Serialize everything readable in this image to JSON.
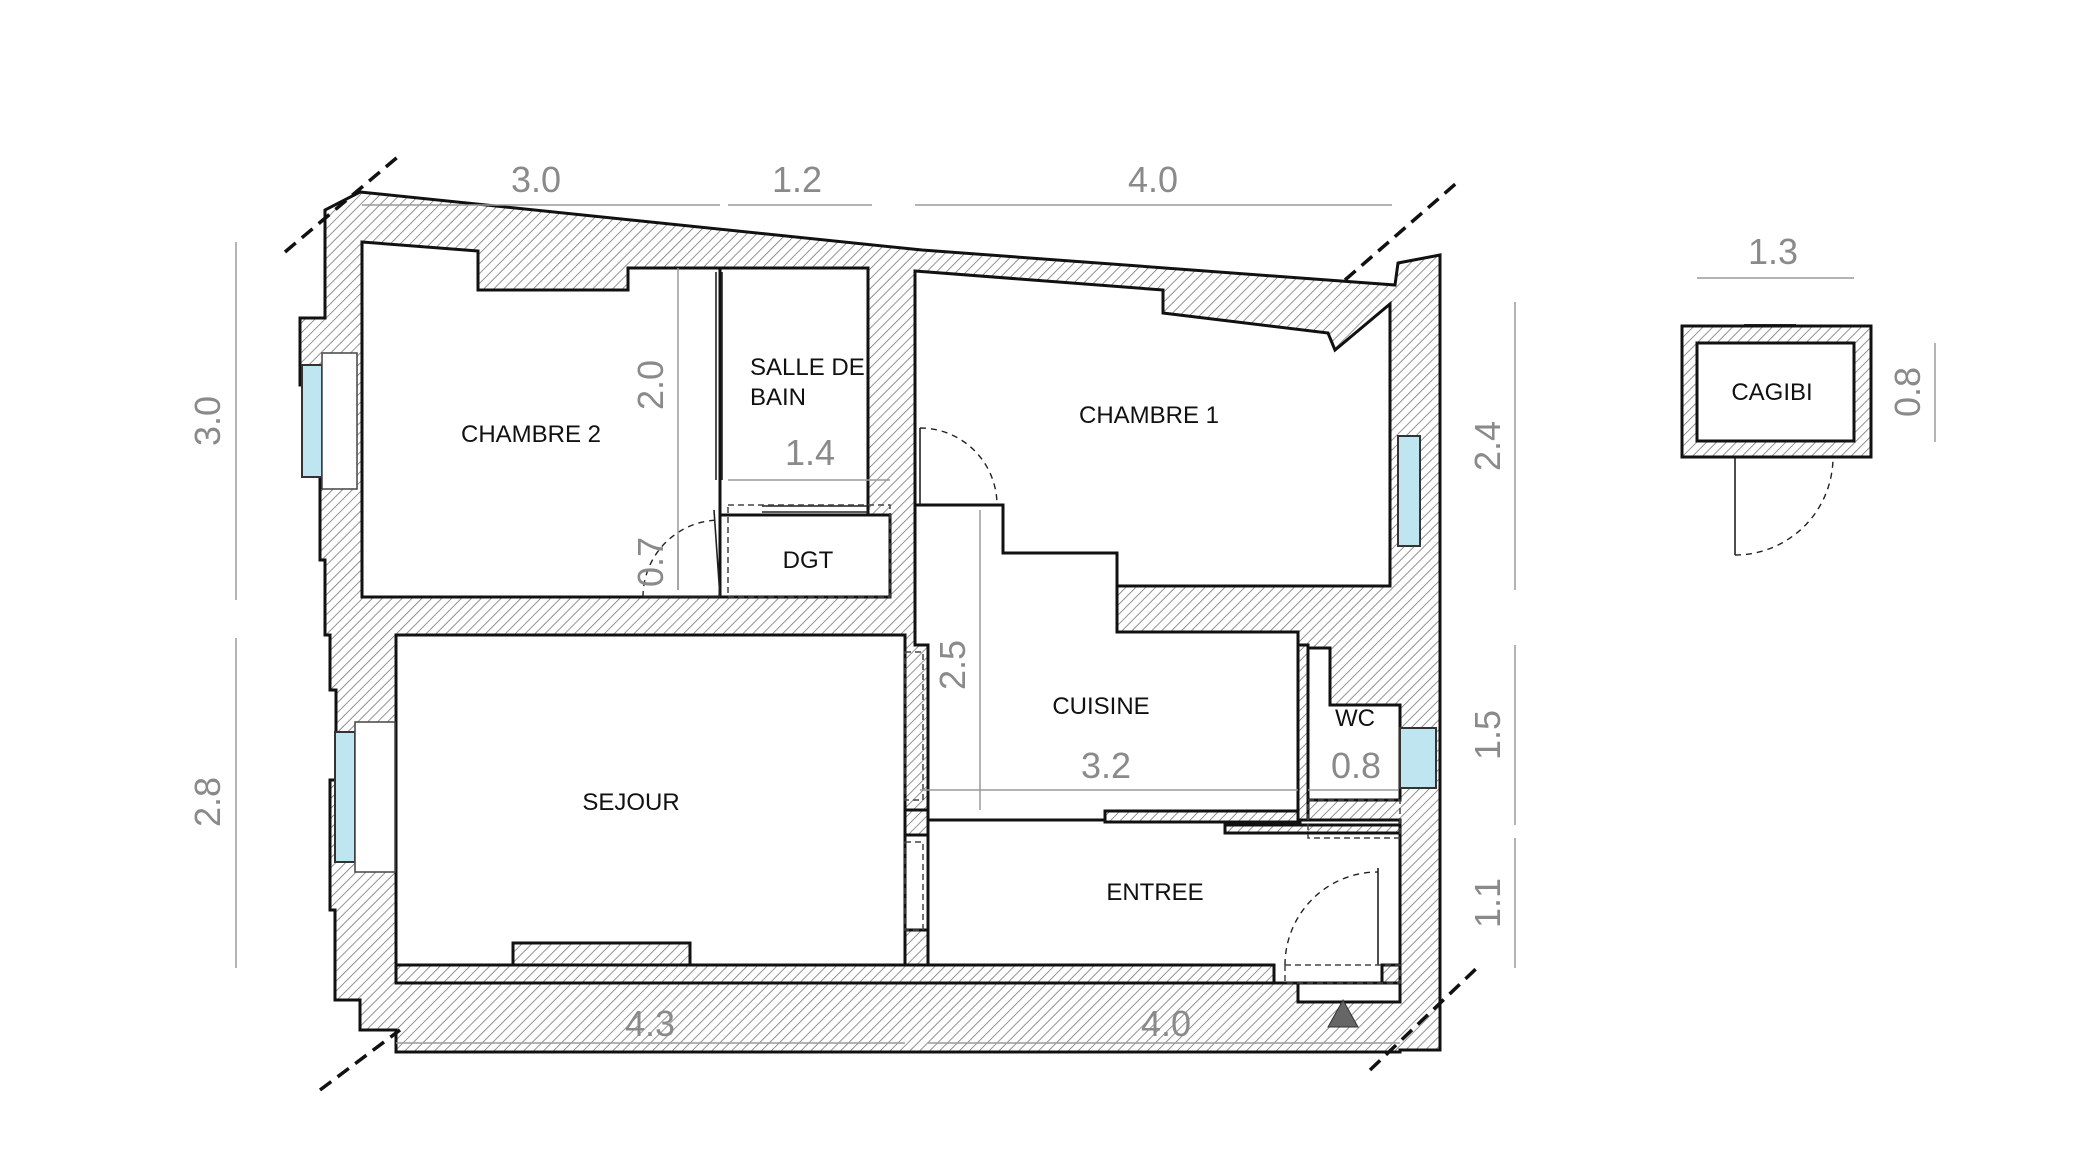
{
  "rooms": {
    "chambre2": "CHAMBRE 2",
    "salle_de_bain_line1": "SALLE DE",
    "salle_de_bain_line2": "BAIN",
    "chambre1": "CHAMBRE 1",
    "dgt": "DGT",
    "cuisine": "CUISINE",
    "wc": "WC",
    "sejour": "SEJOUR",
    "entree": "ENTREE",
    "cagibi": "CAGIBI"
  },
  "dimensions": {
    "top_chambre2": "3.0",
    "top_bain": "1.2",
    "top_chambre1": "4.0",
    "top_cagibi": "1.3",
    "left_upper": "3.0",
    "left_lower": "2.8",
    "right_chambre1": "2.4",
    "right_wc": "1.5",
    "right_entree": "1.1",
    "right_cagibi": "0.8",
    "bottom_sejour": "4.3",
    "bottom_entree": "4.0",
    "bain_height": "2.0",
    "bain_width": "1.4",
    "dgt_width": "0.7",
    "cuisine_height": "2.5",
    "cuisine_width": "3.2",
    "wc_width": "0.8"
  },
  "colors": {
    "wall_hatch": "#777777",
    "glass": "#bfe6f0",
    "dimension_text": "#8a8a8a",
    "entrance_marker": "#666666"
  },
  "icons": {
    "entrance_marker": "triangle-up-icon"
  }
}
